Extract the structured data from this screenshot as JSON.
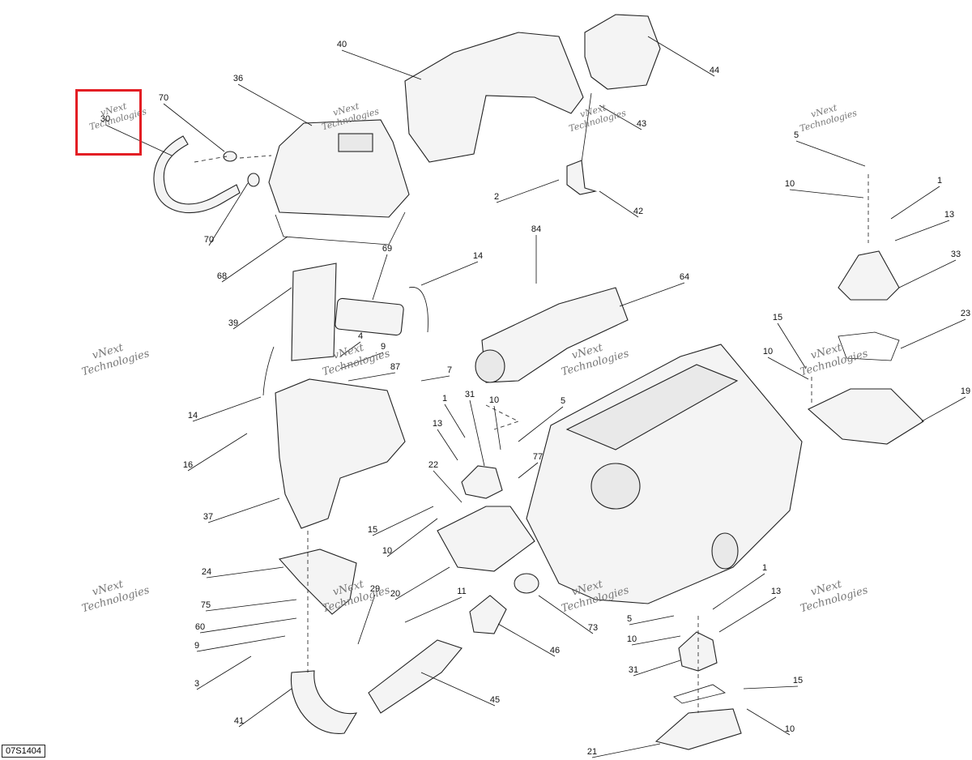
{
  "diagram": {
    "code": "07S1404",
    "watermark": [
      "vNext",
      "Technologies"
    ],
    "highlight_color": "#e31e24",
    "callouts": [
      {
        "id": "c1",
        "text": "30"
      },
      {
        "id": "c2",
        "text": "70"
      },
      {
        "id": "c3",
        "text": "70"
      },
      {
        "id": "c4",
        "text": "36"
      },
      {
        "id": "c5",
        "text": "68"
      },
      {
        "id": "c6",
        "text": "40"
      },
      {
        "id": "c7",
        "text": "44"
      },
      {
        "id": "c8",
        "text": "43"
      },
      {
        "id": "c9",
        "text": "2"
      },
      {
        "id": "c10",
        "text": "42"
      },
      {
        "id": "c11",
        "text": "5"
      },
      {
        "id": "c12",
        "text": "10"
      },
      {
        "id": "c13",
        "text": "1"
      },
      {
        "id": "c14",
        "text": "13"
      },
      {
        "id": "c15",
        "text": "33"
      },
      {
        "id": "c16",
        "text": "23"
      },
      {
        "id": "c17",
        "text": "15"
      },
      {
        "id": "c18",
        "text": "10"
      },
      {
        "id": "c19",
        "text": "19"
      },
      {
        "id": "c20",
        "text": "84"
      },
      {
        "id": "c21",
        "text": "64"
      },
      {
        "id": "c22",
        "text": "14"
      },
      {
        "id": "c23",
        "text": "69"
      },
      {
        "id": "c24",
        "text": "39"
      },
      {
        "id": "c25",
        "text": "4"
      },
      {
        "id": "c26",
        "text": "9"
      },
      {
        "id": "c27",
        "text": "87"
      },
      {
        "id": "c28",
        "text": "7"
      },
      {
        "id": "c29",
        "text": "14"
      },
      {
        "id": "c30",
        "text": "16"
      },
      {
        "id": "c31",
        "text": "37"
      },
      {
        "id": "c32",
        "text": "1"
      },
      {
        "id": "c33",
        "text": "31"
      },
      {
        "id": "c34",
        "text": "10"
      },
      {
        "id": "c35",
        "text": "5"
      },
      {
        "id": "c36",
        "text": "13"
      },
      {
        "id": "c37",
        "text": "22"
      },
      {
        "id": "c38",
        "text": "77"
      },
      {
        "id": "c39",
        "text": "15"
      },
      {
        "id": "c40",
        "text": "10"
      },
      {
        "id": "c41",
        "text": "24"
      },
      {
        "id": "c42",
        "text": "29"
      },
      {
        "id": "c43",
        "text": "20"
      },
      {
        "id": "c44",
        "text": "75"
      },
      {
        "id": "c45",
        "text": "60"
      },
      {
        "id": "c46",
        "text": "9"
      },
      {
        "id": "c47",
        "text": "3"
      },
      {
        "id": "c48",
        "text": "41"
      },
      {
        "id": "c49",
        "text": "45"
      },
      {
        "id": "c50",
        "text": "11"
      },
      {
        "id": "c51",
        "text": "46"
      },
      {
        "id": "c52",
        "text": "73"
      },
      {
        "id": "c53",
        "text": "5"
      },
      {
        "id": "c54",
        "text": "10"
      },
      {
        "id": "c55",
        "text": "31"
      },
      {
        "id": "c56",
        "text": "1"
      },
      {
        "id": "c57",
        "text": "13"
      },
      {
        "id": "c58",
        "text": "15"
      },
      {
        "id": "c59",
        "text": "10"
      },
      {
        "id": "c60",
        "text": "21"
      }
    ]
  }
}
